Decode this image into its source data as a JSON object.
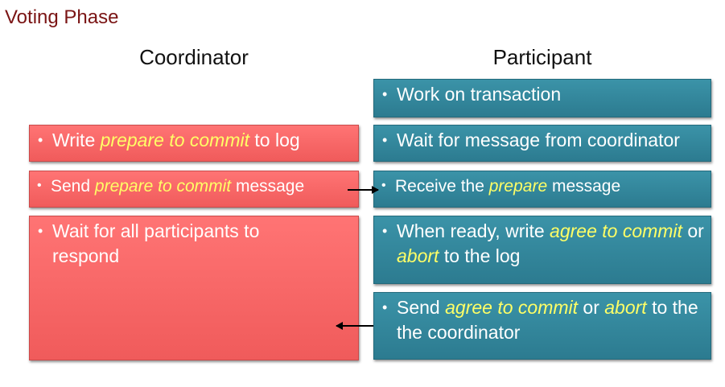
{
  "title": "Voting Phase",
  "headers": {
    "coordinator": "Coordinator",
    "participant": "Participant"
  },
  "bullet": "•",
  "coordinator": {
    "write_prepare": {
      "t1": "Write ",
      "h1": "prepare to commit",
      "t2": " to log"
    },
    "send_prepare": {
      "t1": "Send ",
      "h1": "prepare to commit",
      "t2": " message"
    },
    "wait_all": {
      "t1": "Wait for all participants to respond"
    }
  },
  "participant": {
    "work": {
      "t1": "Work on transaction"
    },
    "wait_msg": {
      "t1": "Wait for message from coordinator"
    },
    "receive": {
      "t1": "Receive the ",
      "h1": "prepare",
      "t2": " message"
    },
    "write_vote": {
      "t1": "When ready, write ",
      "h1": "agree to commit",
      "t2": " or ",
      "h2": "abort",
      "t3": " to the log"
    },
    "send_vote": {
      "t1": "Send ",
      "h1": "agree to commit",
      "t2": " or ",
      "h2": "abort",
      "t3": " to the the coordinator"
    }
  },
  "colors": {
    "coordinator_box": "#f96565",
    "participant_box": "#32869b",
    "highlight": "#ffff66",
    "title": "#7a1414"
  }
}
